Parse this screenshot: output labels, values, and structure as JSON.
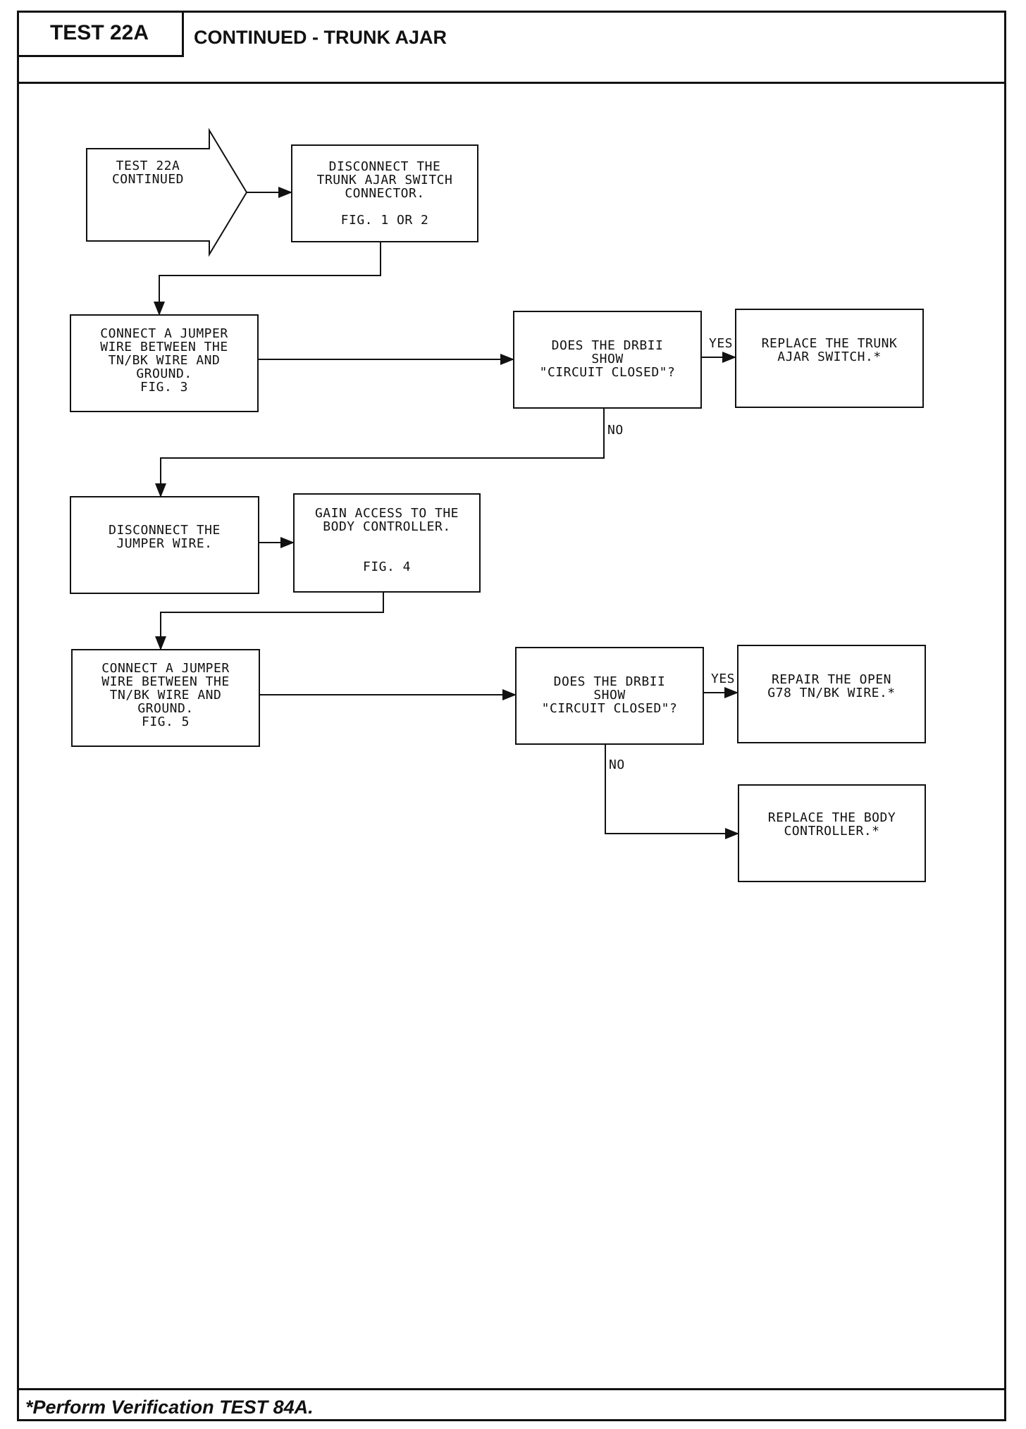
{
  "header": {
    "test_label": "TEST 22A",
    "title": "CONTINUED - TRUNK AJAR"
  },
  "flowchart": {
    "start": {
      "lines": [
        "TEST 22A",
        "CONTINUED"
      ]
    },
    "step1": {
      "lines": [
        "DISCONNECT THE",
        "TRUNK AJAR SWITCH",
        "CONNECTOR.",
        "",
        "FIG. 1 OR 2"
      ]
    },
    "step2": {
      "lines": [
        "CONNECT A JUMPER",
        "WIRE BETWEEN THE",
        "TN/BK WIRE AND",
        "GROUND.",
        "FIG. 3"
      ]
    },
    "decision1": {
      "lines": [
        "DOES THE DRBII",
        "SHOW",
        "\"CIRCUIT CLOSED\"?"
      ]
    },
    "result1": {
      "lines": [
        "REPLACE THE TRUNK",
        "AJAR SWITCH.*"
      ]
    },
    "step3": {
      "lines": [
        "DISCONNECT THE",
        "JUMPER WIRE."
      ]
    },
    "step4": {
      "lines": [
        "GAIN ACCESS TO THE",
        "BODY CONTROLLER.",
        "",
        "",
        "FIG. 4"
      ]
    },
    "step5": {
      "lines": [
        "CONNECT A JUMPER",
        "WIRE BETWEEN THE",
        "TN/BK WIRE AND",
        "GROUND.",
        "FIG. 5"
      ]
    },
    "decision2": {
      "lines": [
        "DOES THE DRBII",
        "SHOW",
        "\"CIRCUIT CLOSED\"?"
      ]
    },
    "result2": {
      "lines": [
        "REPAIR THE OPEN",
        "G78 TN/BK WIRE.*"
      ]
    },
    "result3": {
      "lines": [
        "REPLACE THE BODY",
        "CONTROLLER.*"
      ]
    },
    "labels": {
      "yes1": "YES",
      "no1": "NO",
      "yes2": "YES",
      "no2": "NO"
    }
  },
  "footer": {
    "note": "*Perform Verification TEST 84A."
  }
}
